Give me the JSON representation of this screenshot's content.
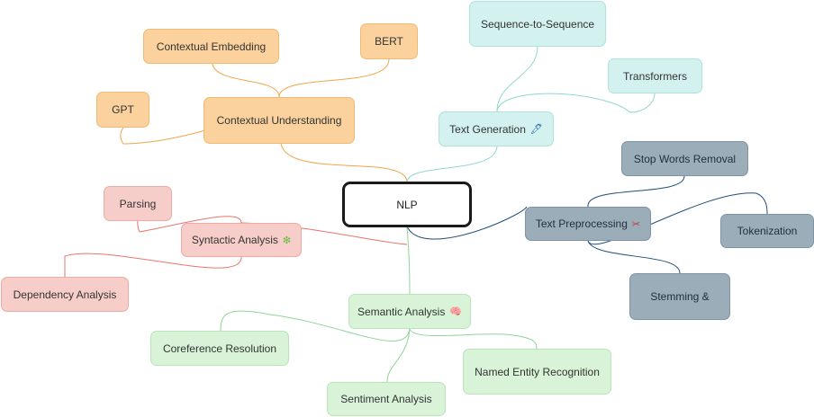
{
  "root": {
    "label": "NLP"
  },
  "branches": {
    "contextual": {
      "label": "Contextual Understanding",
      "color": "#f0a64a",
      "children": [
        "Contextual Embedding",
        "BERT",
        "GPT"
      ]
    },
    "generation": {
      "label": "Text Generation",
      "icon": "🖊",
      "color": "#8fd8cf",
      "children": [
        "Sequence-to-Sequence",
        "Transformers"
      ]
    },
    "preprocessing": {
      "label": "Text Preprocessing",
      "icon": "✂",
      "color": "#1f4e79",
      "children": [
        "Stop Words Removal",
        "Tokenization",
        "Stemming &"
      ]
    },
    "syntactic": {
      "label": "Syntactic Analysis",
      "icon": "❇",
      "color": "#e8756b",
      "children": [
        "Parsing",
        "Dependency Analysis"
      ]
    },
    "semantic": {
      "label": "Semantic Analysis",
      "icon": "🧠",
      "color": "#8fd49a",
      "children": [
        "Coreference Resolution",
        "Named Entity Recognition",
        "Sentiment Analysis"
      ]
    }
  }
}
